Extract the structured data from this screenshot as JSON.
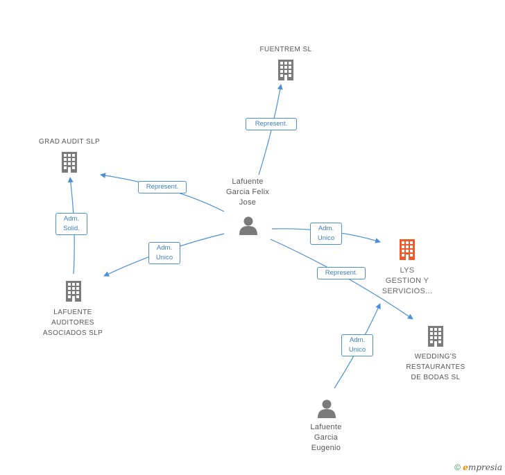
{
  "nodes": {
    "fuentrem": {
      "label": "FUENTREM SL"
    },
    "grad_audit": {
      "label": "GRAD AUDIT SLP"
    },
    "lafuente_felix": {
      "label": [
        "Lafuente",
        "Garcia Felix",
        "Jose"
      ]
    },
    "lafuente_auditores": {
      "label": [
        "LAFUENTE",
        "AUDITORES",
        "ASOCIADOS SLP"
      ]
    },
    "lys": {
      "label": [
        "LYS",
        "GESTION Y",
        "SERVICIOS..."
      ]
    },
    "weddings": {
      "label": [
        "WEDDING'S",
        "RESTAURANTES",
        "DE BODAS SL"
      ]
    },
    "lafuente_eugenio": {
      "label": [
        "Lafuente",
        "Garcia",
        "Eugenio"
      ]
    }
  },
  "edges": {
    "felix_fuentrem": {
      "label": "Represent."
    },
    "felix_grad": {
      "label": "Represent."
    },
    "auditores_grad": {
      "label": [
        "Adm.",
        "Solid."
      ]
    },
    "felix_auditores": {
      "label": [
        "Adm.",
        "Unico"
      ]
    },
    "felix_lys": {
      "label": [
        "Adm.",
        "Unico"
      ]
    },
    "felix_weddings": {
      "label": "Represent."
    },
    "eugenio_lys": {
      "label": [
        "Adm.",
        "Unico"
      ]
    }
  },
  "colors": {
    "edge": "#4a90d9",
    "building": "#7a7a7a",
    "building_highlight": "#f05a28",
    "person": "#7a7a7a"
  },
  "footer": {
    "copyright": "©",
    "brand_e": "e",
    "brand_rest": "mpresia"
  }
}
